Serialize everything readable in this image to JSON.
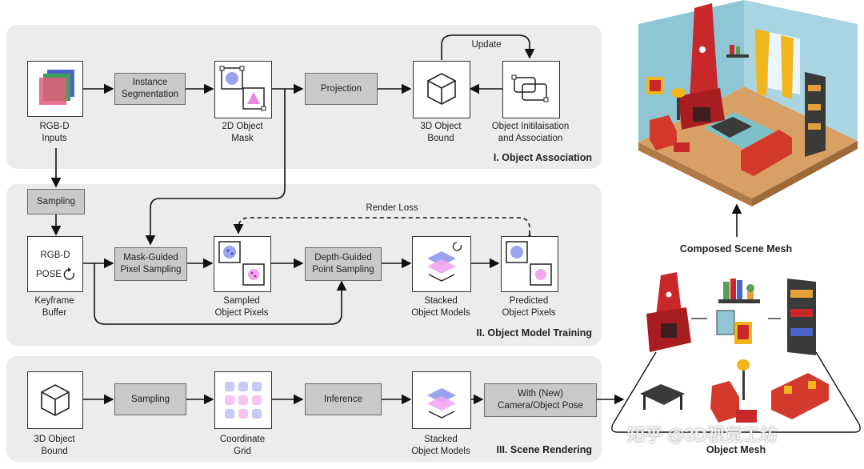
{
  "panels": {
    "association": "I. Object Association",
    "training": "II. Object Model Training",
    "rendering": "III. Scene Rendering"
  },
  "nodes": {
    "rgbd_inputs": "RGB-D\nInputs",
    "instance_seg": "Instance\nSegmentation",
    "mask_2d": "2D Object\nMask",
    "projection": "Projection",
    "bound_3d": "3D Object\nBound",
    "init_assoc": "Object Initilaisation\nand Association",
    "update": "Update",
    "sampling_top": "Sampling",
    "keyframe_rgbd": "RGB-D",
    "keyframe_pose": "POSE",
    "keyframe_buffer": "Keyframe\nBuffer",
    "mask_guided": "Mask-Guided\nPixel Sampling",
    "sampled_pixels": "Sampled\nObject Pixels",
    "depth_guided": "Depth-Guided\nPoint Sampling",
    "stacked_models_mid": "Stacked\nObject Models",
    "predicted_pixels": "Predicted\nObject Pixels",
    "render_loss": "Render Loss",
    "bound_3d_bottom": "3D Object\nBound",
    "sampling_bottom": "Sampling",
    "coord_grid": "Coordinate\nGrid",
    "inference": "Inference",
    "stacked_models_bottom": "Stacked\nObject Models",
    "with_new_pose": "With (New)\nCamera/Object Pose",
    "composed_mesh": "Composed Scene Mesh",
    "object_mesh": "Object Mesh"
  },
  "watermark": "知乎 @3D视觉工坊",
  "colors": {
    "panel": "#ececec",
    "gray_box": "#c9c9c9",
    "wall": "#8fc6d6",
    "floor": "#d9a066",
    "red": "#c8282a",
    "curtain": "#f2b51c",
    "dark": "#3a3a3a"
  }
}
